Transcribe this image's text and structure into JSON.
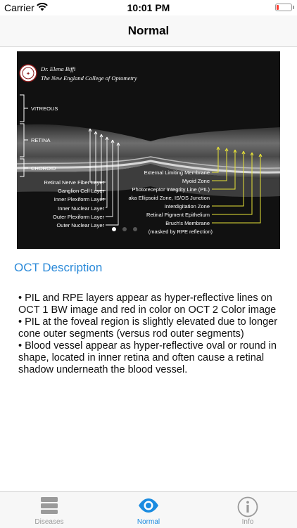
{
  "status_bar": {
    "carrier": "Carrier",
    "time": "10:01 PM",
    "battery_level": 0.15
  },
  "nav": {
    "title": "Normal"
  },
  "image": {
    "credit_line1": "Dr. Elena Biffi",
    "credit_line2": "The New England College of Optometry",
    "region_labels": [
      "VITREOUS",
      "RETINA",
      "CHOROID"
    ],
    "left_labels": [
      "Retinal Nerve Fiber Layer",
      "Ganglion Cell Layer",
      "Inner Plexiform Layer",
      "Inner Nuclear Layer",
      "Outer Plexiform Layer",
      "Outer Nuclear Layer"
    ],
    "right_labels": [
      "External Limiting Membrane",
      "Myoid Zone",
      "Photoreceptor Integrity Line (PIL)",
      "aka Ellipsoid Zone, IS/OS Junction",
      "Interdigitation Zone",
      "Retinal Pigment Epithelium",
      "Bruch's Membrane",
      "(masked by RPE reflection)"
    ],
    "page_count": 3,
    "current_page": 1
  },
  "section": {
    "title": "OCT Description"
  },
  "description": [
    "• PIL and RPE layers appear as hyper-reflective lines on OCT 1 BW image and red in color on OCT 2 Color image",
    "• PIL at the foveal region is slightly elevated due to longer cone outer segments (versus rod outer segments)",
    "• Blood vessel appear as hyper-reflective oval or round in shape, located in inner retina and often cause a retinal shadow underneath the blood vessel."
  ],
  "tabs": [
    {
      "label": "Diseases",
      "icon": "stack-icon",
      "active": false
    },
    {
      "label": "Normal",
      "icon": "eye-icon",
      "active": true
    },
    {
      "label": "Info",
      "icon": "info-icon",
      "active": false
    }
  ],
  "colors": {
    "accent": "#1a8be0",
    "label_yellow": "#e8e337",
    "battery_low": "#ff3b30"
  }
}
